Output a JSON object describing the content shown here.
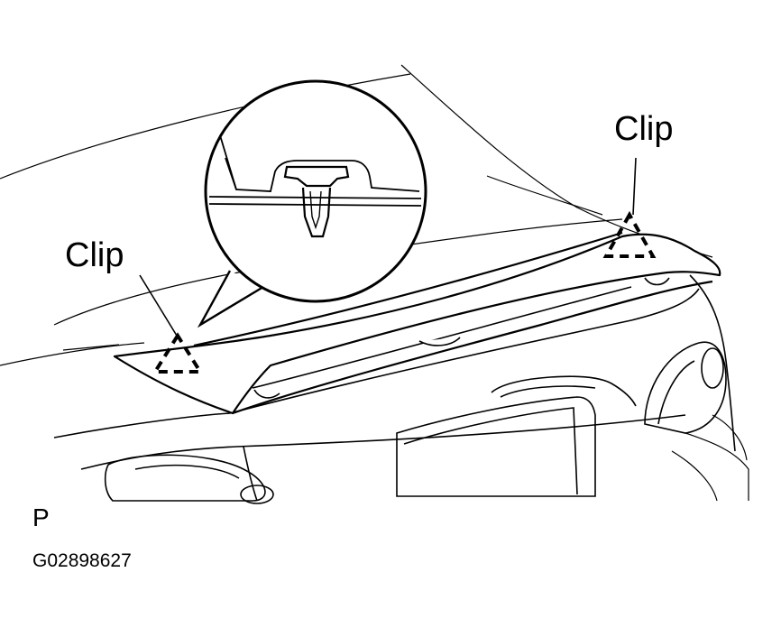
{
  "labels": {
    "left_clip": "Clip",
    "right_clip": "Clip",
    "view_letter": "P",
    "figure_code": "G02898627"
  },
  "colors": {
    "line": "#000000",
    "background": "#ffffff",
    "bumper_outline": "#555555"
  },
  "icons": [
    "clip-location-triangle-icon",
    "clip-detail-magnifier-icon"
  ]
}
